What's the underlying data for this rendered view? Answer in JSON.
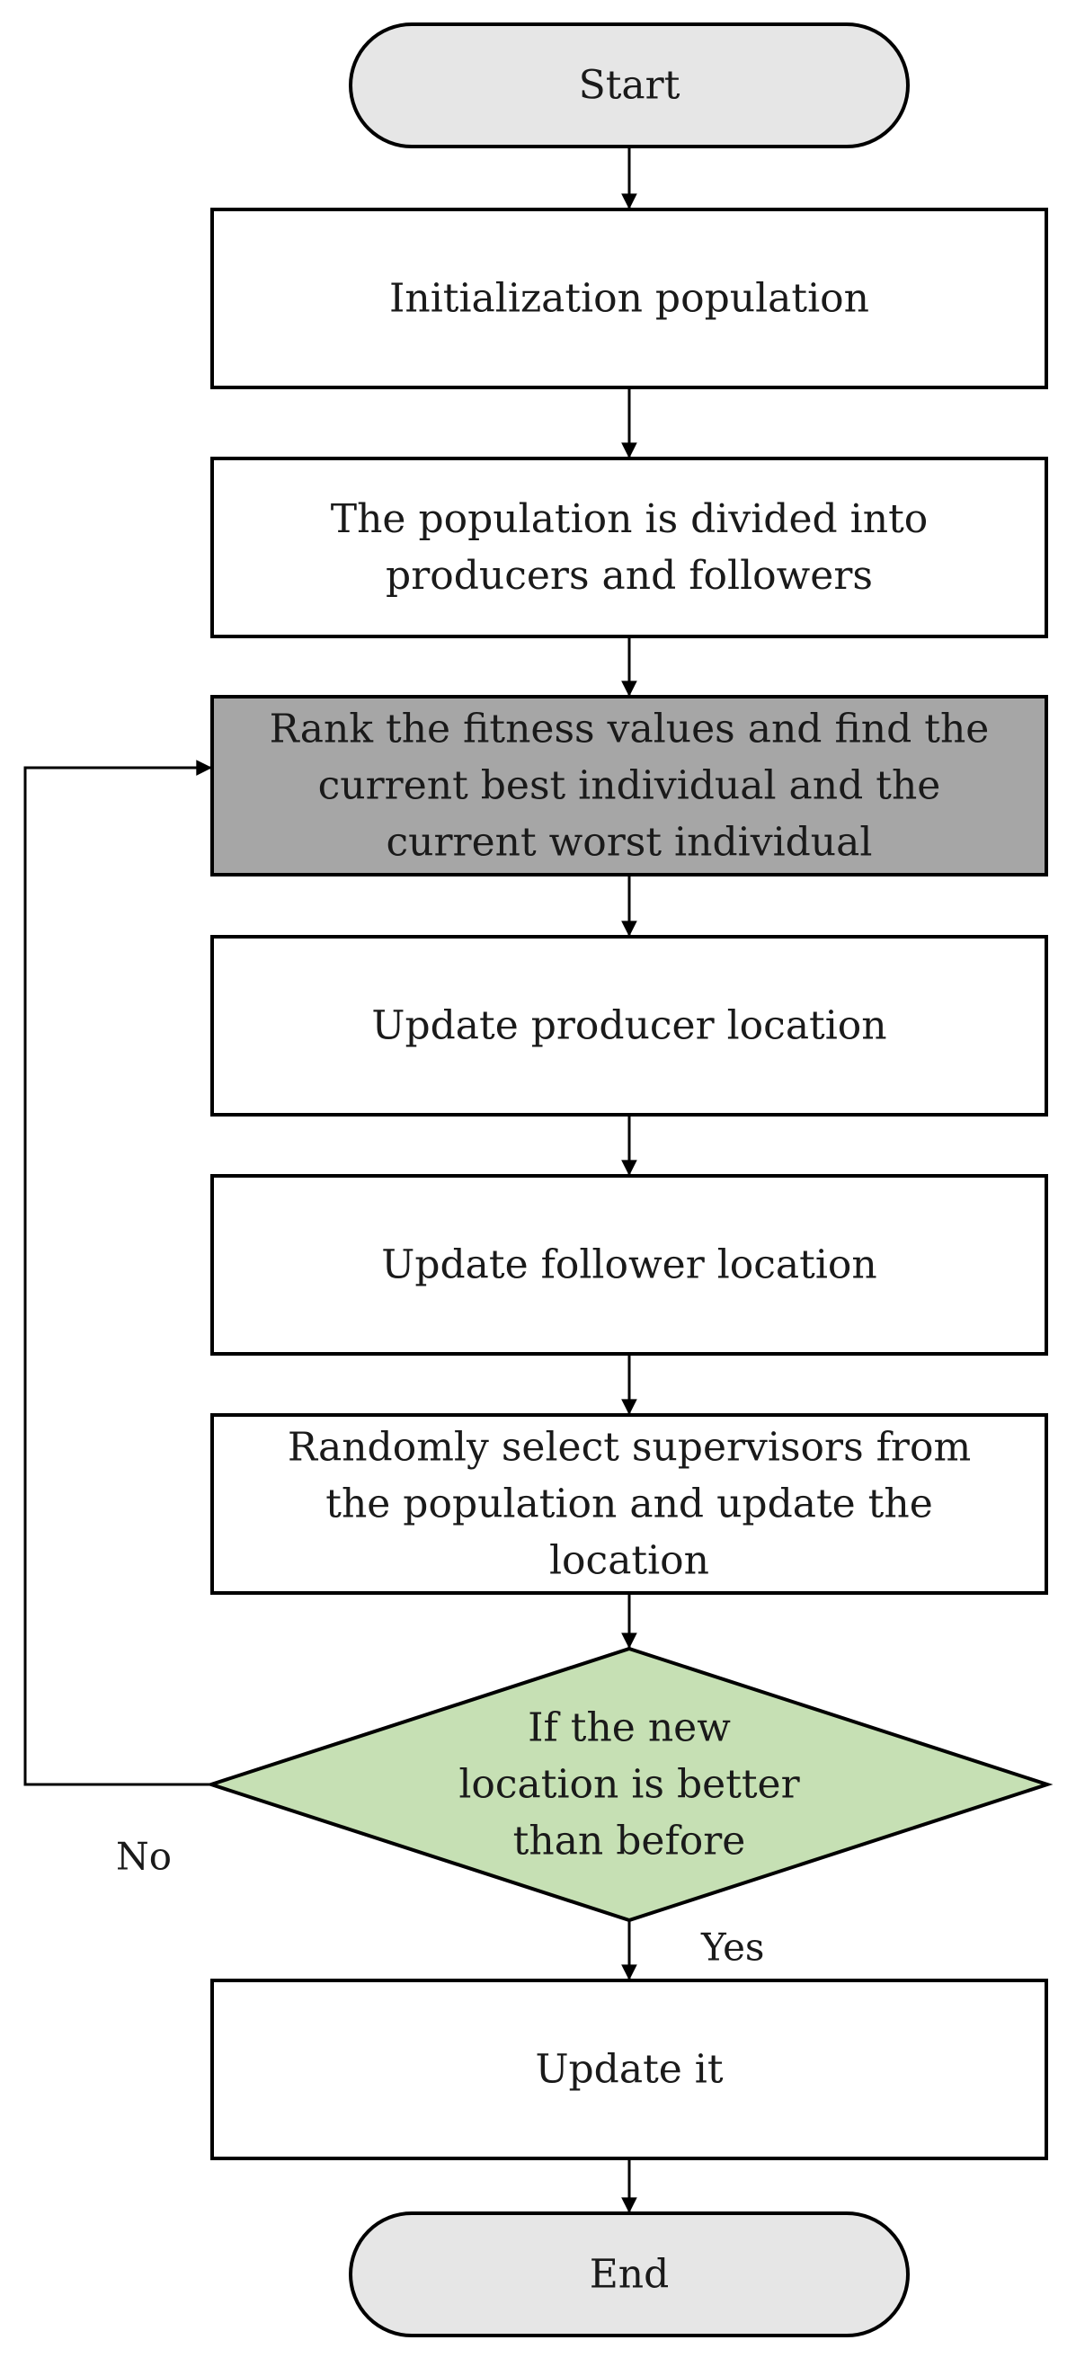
{
  "nodes": [
    {
      "id": "start",
      "shape": "terminator",
      "lines": [
        "Start"
      ],
      "fill": "#e6e6e6"
    },
    {
      "id": "init",
      "shape": "process",
      "lines": [
        "Initialization population"
      ],
      "fill": "#ffffff"
    },
    {
      "id": "divide",
      "shape": "process",
      "lines": [
        "The population is divided into",
        "producers and followers"
      ],
      "fill": "#ffffff"
    },
    {
      "id": "rank",
      "shape": "process",
      "lines": [
        "Rank the fitness values and find the",
        "current best individual and the",
        "current worst individual"
      ],
      "fill": "#a6a6a6"
    },
    {
      "id": "producer",
      "shape": "process",
      "lines": [
        "Update producer location"
      ],
      "fill": "#ffffff"
    },
    {
      "id": "follower",
      "shape": "process",
      "lines": [
        "Update follower location"
      ],
      "fill": "#ffffff"
    },
    {
      "id": "supervisor",
      "shape": "process",
      "lines": [
        "Randomly select supervisors from",
        "the population and update the",
        "location"
      ],
      "fill": "#ffffff"
    },
    {
      "id": "decision",
      "shape": "decision",
      "lines": [
        "If the new",
        "location is better",
        "than before"
      ],
      "fill": "#c6e0b4"
    },
    {
      "id": "update",
      "shape": "process",
      "lines": [
        "Update it"
      ],
      "fill": "#ffffff"
    },
    {
      "id": "end",
      "shape": "terminator",
      "lines": [
        "End"
      ],
      "fill": "#e6e6e6"
    }
  ],
  "edges": [
    {
      "from": "start",
      "to": "init",
      "label": ""
    },
    {
      "from": "init",
      "to": "divide",
      "label": ""
    },
    {
      "from": "divide",
      "to": "rank",
      "label": ""
    },
    {
      "from": "rank",
      "to": "producer",
      "label": ""
    },
    {
      "from": "producer",
      "to": "follower",
      "label": ""
    },
    {
      "from": "follower",
      "to": "supervisor",
      "label": ""
    },
    {
      "from": "supervisor",
      "to": "decision",
      "label": ""
    },
    {
      "from": "decision",
      "to": "update",
      "label": "Yes"
    },
    {
      "from": "decision",
      "to": "rank",
      "label": "No"
    },
    {
      "from": "update",
      "to": "end",
      "label": ""
    }
  ],
  "colors": {
    "stroke": "#000000",
    "text": "#1a1a1a"
  }
}
